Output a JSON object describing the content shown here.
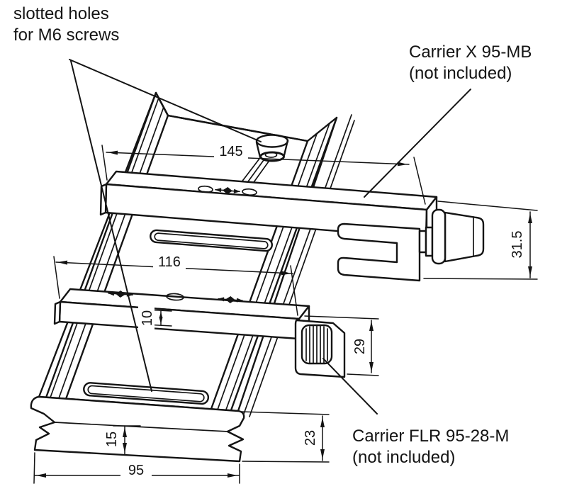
{
  "diagram": {
    "annotations": {
      "slotted_holes_line1": "slotted holes",
      "slotted_holes_line2": "for M6 screws",
      "carrier_x_line1": "Carrier X 95-MB",
      "carrier_x_line2": "(not included)",
      "carrier_flr_line1": "Carrier FLR 95-28-M",
      "carrier_flr_line2": "(not included)"
    },
    "dimensions_mm": {
      "carrier_x_length": "145",
      "carrier_flr_length": "116",
      "carrier_flr_plate_thickness": "10",
      "carrier_flr_height": "29",
      "carrier_x_height": "31.5",
      "rail_base_height": "15",
      "rail_total_height": "23",
      "rail_width": "95"
    },
    "colors": {
      "line": "#141414",
      "background": "#ffffff"
    }
  }
}
